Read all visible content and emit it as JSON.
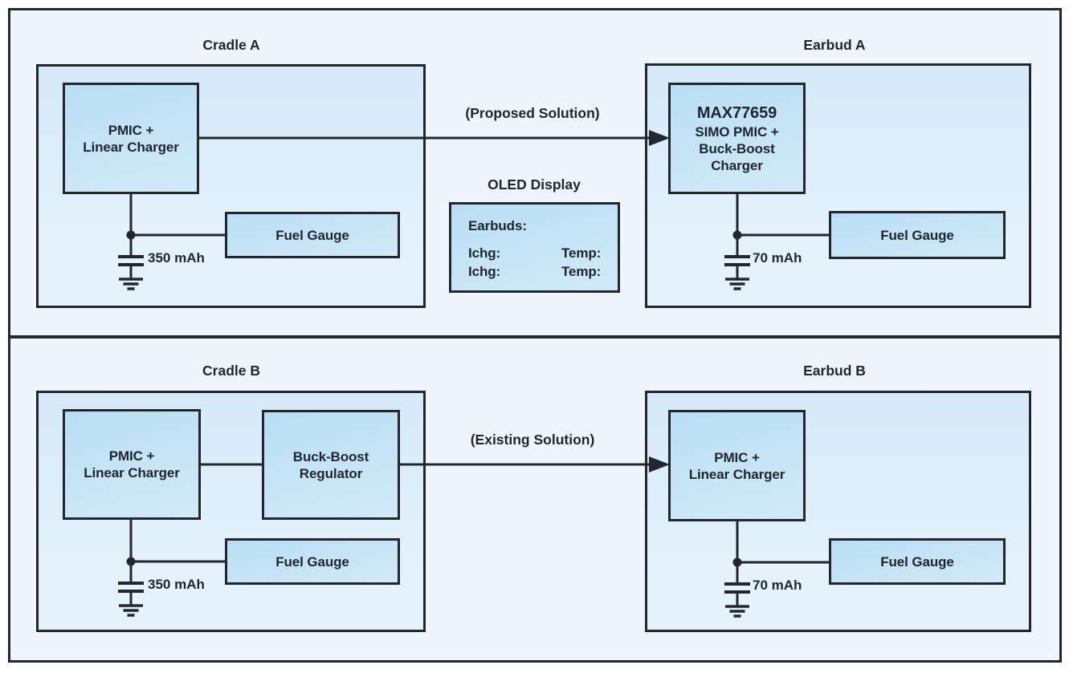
{
  "colors": {
    "line": "#22272f",
    "text": "#1f252e",
    "frame-bg": "#eef5fc",
    "container-top": "#d5eaf8",
    "container-bottom": "#e6f2fb",
    "block-top": "#b9def4",
    "block-bottom": "#d2eaf8",
    "page-bg": "#ffffff"
  },
  "top": {
    "cradle_title": "Cradle A",
    "earbud_title": "Earbud A",
    "arrow_label": "(Proposed Solution)",
    "cradle_pmic_line1": "PMIC +",
    "cradle_pmic_line2": "Linear Charger",
    "cradle_fuel_gauge": "Fuel Gauge",
    "cradle_battery": "350 mAh",
    "oled_title": "OLED Display",
    "oled_heading": "Earbuds:",
    "oled_row1_ichg": "Ichg:",
    "oled_row1_temp": "Temp:",
    "oled_row2_ichg": "Ichg:",
    "oled_row2_temp": "Temp:",
    "earbud_chip_name": "MAX77659",
    "earbud_chip_line1": "SIMO PMIC +",
    "earbud_chip_line2": "Buck-Boost",
    "earbud_chip_line3": "Charger",
    "earbud_fuel_gauge": "Fuel Gauge",
    "earbud_battery": "70 mAh"
  },
  "bottom": {
    "cradle_title": "Cradle B",
    "earbud_title": "Earbud B",
    "arrow_label": "(Existing Solution)",
    "cradle_pmic_line1": "PMIC +",
    "cradle_pmic_line2": "Linear Charger",
    "buckboost_line1": "Buck-Boost",
    "buckboost_line2": "Regulator",
    "cradle_fuel_gauge": "Fuel Gauge",
    "cradle_battery": "350 mAh",
    "earbud_pmic_line1": "PMIC +",
    "earbud_pmic_line2": "Linear Charger",
    "earbud_fuel_gauge": "Fuel Gauge",
    "earbud_battery": "70 mAh"
  }
}
